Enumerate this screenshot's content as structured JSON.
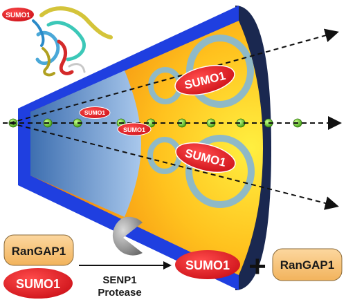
{
  "labels": {
    "legend_sumo": "SUMO1",
    "cone_sumo_small_1": "SUMO1",
    "cone_sumo_small_2": "SUMO1",
    "cone_sumo_upper": "SUMO1",
    "cone_sumo_lower": "SUMO1",
    "substrate_rangap1": "RanGAP1",
    "substrate_sumo": "SUMO1",
    "enzyme_line1": "SENP1",
    "enzyme_line2": "Protease",
    "product_sumo": "SUMO1",
    "plus_sign": "+",
    "product_rangap1": "RanGAP1"
  },
  "colors": {
    "sumo_red": "#e0141c",
    "rangap_fill": "#f7c27a",
    "cone_blue": "#1f3fe0",
    "cone_navy": "#1a2850",
    "ring": "#8fb9c6",
    "bead": "#6fd42a",
    "pacman": "#8a8a8a"
  },
  "icons": {
    "protein_structure": "ribbon-protein-icon",
    "protease": "pacman-protease-icon",
    "reaction_arrow": "arrow-right-icon"
  }
}
